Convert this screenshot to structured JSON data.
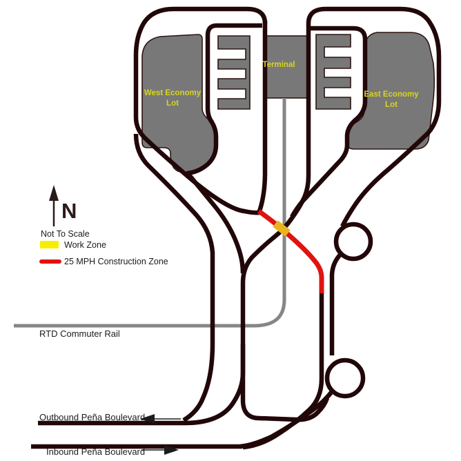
{
  "map": {
    "terminal_label": "Terminal",
    "west_lot_label_line1": "West Economy",
    "west_lot_label_line2": "Lot",
    "east_lot_label_line1": "East Economy",
    "east_lot_label_line2": "Lot",
    "rail_label": "RTD Commuter Rail",
    "outbound_label": "Outbound Peña Boulevard",
    "inbound_label": "Inbound Peña Boulevard"
  },
  "legend": {
    "north_letter": "N",
    "not_to_scale": "Not To Scale",
    "work_zone_label": "Work Zone",
    "construction_label": "25 MPH Construction Zone"
  },
  "colors": {
    "road": "#220709",
    "red": "#e01310",
    "work_zone_marker": "#e9b41f",
    "legend_yellow": "#f6ee00",
    "lot_fill": "#787878",
    "lot_outline": "#2b1410",
    "rail": "#868686",
    "text_dark": "#1b1b1b",
    "label_yellow": "#d8d51e"
  }
}
